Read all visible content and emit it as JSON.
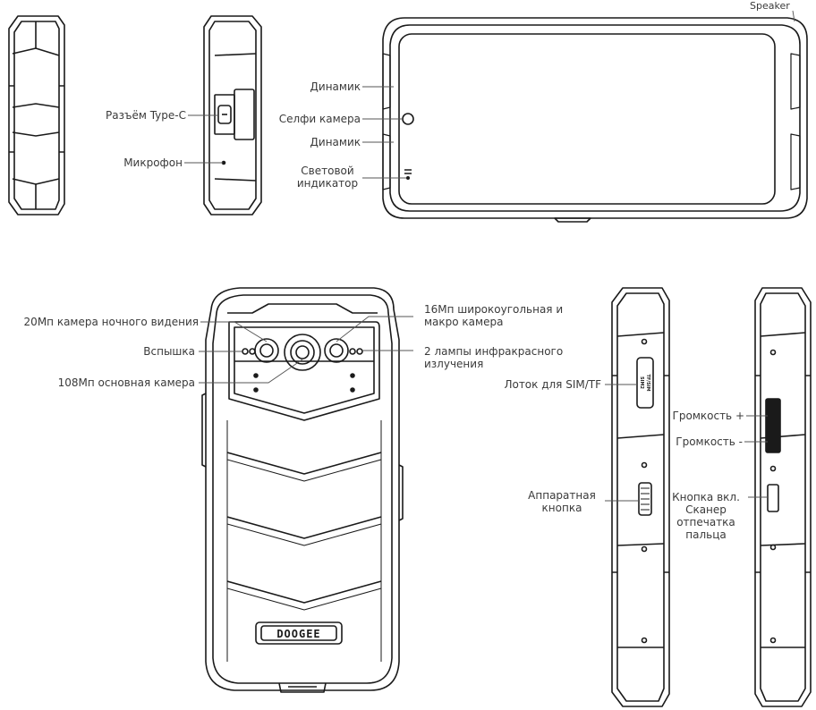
{
  "labels": {
    "type_c": "Разъём Type-C",
    "microphone": "Микрофон",
    "speaker_en": "Speaker",
    "speaker_top": "Динамик",
    "selfie_camera": "Селфи камера",
    "speaker_bottom": "Динамик",
    "indicator_line1": "Световой",
    "indicator_line2": "индикатор",
    "night_camera": "20Мп камера ночного видения",
    "flash": "Вспышка",
    "main_camera": "108Мп основная камера",
    "wide_line1": "16Мп широкоугольная и",
    "wide_line2": "макро камера",
    "ir_line1": "2 лампы инфракрасного",
    "ir_line2": "излучения",
    "sim_tray": "Лоток для SIM/TF",
    "hw_button_line1": "Аппаратная",
    "hw_button_line2": "кнопка",
    "volume_up": "Громкость +",
    "volume_down": "Громкость -",
    "power_line1": "Кнопка вкл.",
    "power_line2": "Сканер",
    "power_line3": "отпечатка",
    "power_line4": "пальца"
  },
  "brand": {
    "logo_text": "DOOGEE"
  },
  "tray_text": {
    "line1": "TF/SIM",
    "line2": "SIM2"
  },
  "colors": {
    "outline": "#1a1a1a",
    "label": "#3a3a3a",
    "leader": "#555555"
  }
}
